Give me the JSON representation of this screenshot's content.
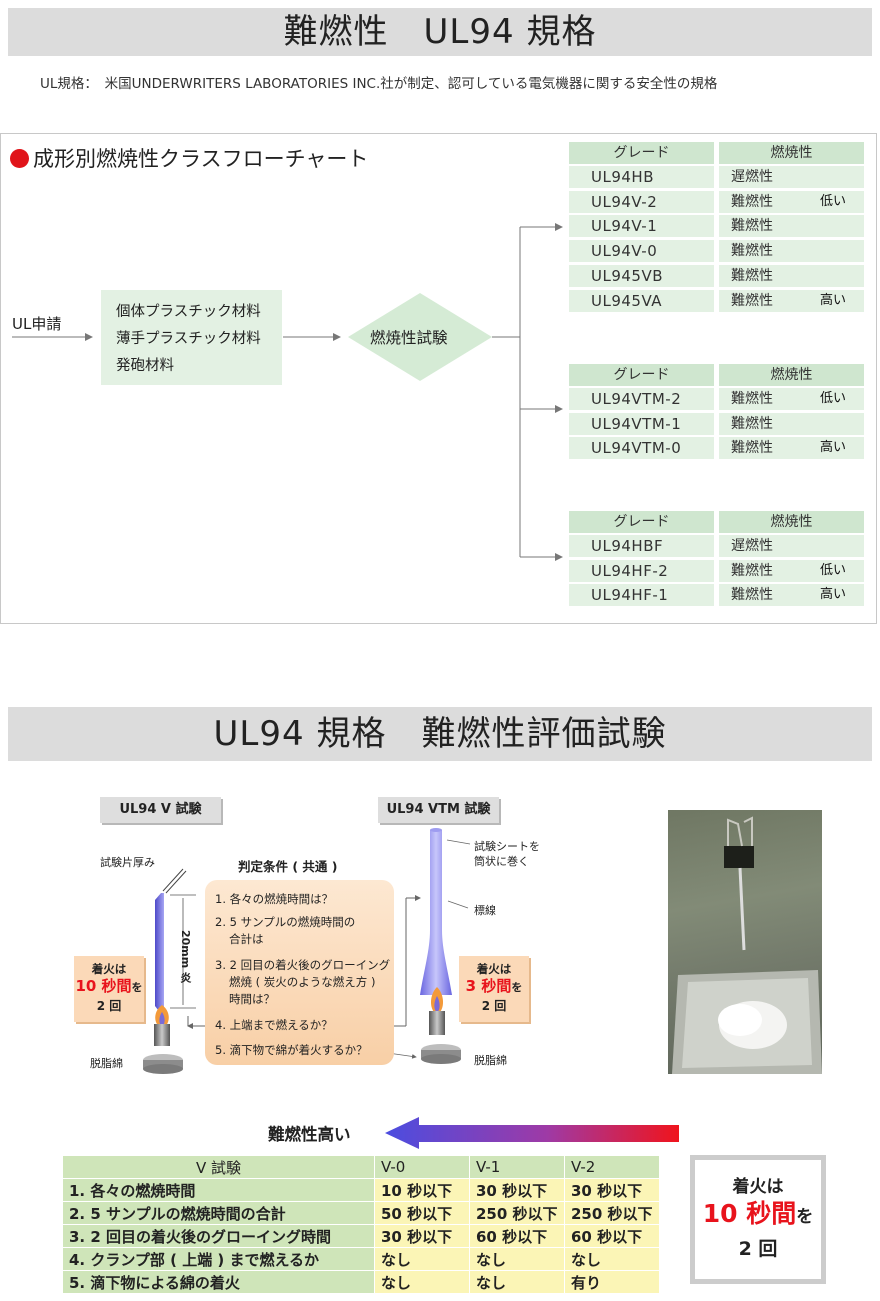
{
  "header": {
    "title": "難燃性　UL94 規格"
  },
  "definition": "UL規格：　米国UNDERWRITERS LABORATORIES INC.社が制定、認可している電気機器に関する安全性の規格",
  "flowchart": {
    "title": "成形別燃焼性クラスフローチャート",
    "input_label": "UL申請",
    "materials": [
      "個体プラスチック材料",
      "薄手プラスチック材料",
      "発砲材料"
    ],
    "test_label": "燃焼性試験",
    "tables": [
      {
        "headers": [
          "グレード",
          "燃焼性"
        ],
        "rows": [
          {
            "grade": "UL94HB",
            "flammability": "遅燃性",
            "level": ""
          },
          {
            "grade": "UL94V-2",
            "flammability": "難燃性",
            "level": "低い"
          },
          {
            "grade": "UL94V-1",
            "flammability": "難燃性",
            "level": ""
          },
          {
            "grade": "UL94V-0",
            "flammability": "難燃性",
            "level": ""
          },
          {
            "grade": "UL945VB",
            "flammability": "難燃性",
            "level": ""
          },
          {
            "grade": "UL945VA",
            "flammability": "難燃性",
            "level": "高い"
          }
        ]
      },
      {
        "headers": [
          "グレード",
          "燃焼性"
        ],
        "rows": [
          {
            "grade": "UL94VTM-2",
            "flammability": "難燃性",
            "level": "低い"
          },
          {
            "grade": "UL94VTM-1",
            "flammability": "難燃性",
            "level": ""
          },
          {
            "grade": "UL94VTM-0",
            "flammability": "難燃性",
            "level": "高い"
          }
        ]
      },
      {
        "headers": [
          "グレード",
          "燃焼性"
        ],
        "rows": [
          {
            "grade": "UL94HBF",
            "flammability": "遅燃性",
            "level": ""
          },
          {
            "grade": "UL94HF-2",
            "flammability": "難燃性",
            "level": "低い"
          },
          {
            "grade": "UL94HF-1",
            "flammability": "難燃性",
            "level": "高い"
          }
        ]
      }
    ]
  },
  "section2": {
    "title": "UL94 規格　難燃性評価試験"
  },
  "test_diagram": {
    "v_test_label": "UL94 V 試験",
    "vtm_test_label": "UL94 VTM 試験",
    "sample_thickness": "試験片厚み",
    "flame_label": "20mm 炎",
    "cotton_label": "脱脂綿",
    "sheet_note": [
      "試験シートを",
      "筒状に巻く"
    ],
    "marker_line": "標線",
    "conditions_title": "判定条件 ( 共通 )",
    "conditions": [
      "1. 各々の燃焼時間は？",
      "2. 5 サンプルの燃焼時間の",
      "合計は",
      "3. 2 回目の着火後のグローイング",
      "燃焼 ( 炭火のような燃え方 )",
      "時間は？",
      "4. 上端まで燃えるか？",
      "5. 滴下物で綿が着火するか？"
    ],
    "ignition_v": {
      "line1": "着火は",
      "seconds": "10 秒間",
      "wo": "を",
      "times": "2 回"
    },
    "ignition_vtm": {
      "line1": "着火は",
      "seconds": "3 秒間",
      "wo": "を",
      "times": "2 回"
    }
  },
  "arrow_label": "難燃性高い",
  "v_table": {
    "headers": [
      "V 試験",
      "V-0",
      "V-1",
      "V-2"
    ],
    "rows": [
      [
        "1. 各々の燃焼時間",
        "10 秒以下",
        "30 秒以下",
        "30 秒以下"
      ],
      [
        "2. 5 サンプルの燃焼時間の合計",
        "50 秒以下",
        "250 秒以下",
        "250 秒以下"
      ],
      [
        "3. 2 回目の着火後のグローイング時間",
        "30 秒以下",
        "60 秒以下",
        "60 秒以下"
      ],
      [
        "4. クランプ部 ( 上端 ) まで燃えるか",
        "なし",
        "なし",
        "なし"
      ],
      [
        "5. 滴下物による綿の着火",
        "なし",
        "なし",
        "有り"
      ]
    ]
  },
  "ignition_note": {
    "line1": "着火は",
    "seconds": "10 秒間",
    "wo": "を",
    "times": "2 回"
  },
  "colors": {
    "accent_red": "#e8131c",
    "table_green": "#e3f1e3",
    "header_green": "#cfe6cf",
    "cell_yellow": "#fbf5b6"
  }
}
